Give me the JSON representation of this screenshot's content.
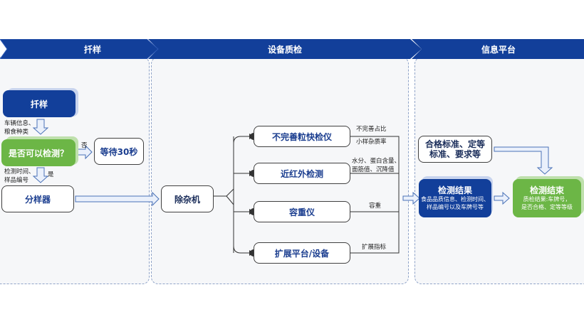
{
  "headers": {
    "sampling": "扦样",
    "inspection": "设备质检",
    "platform": "信息平台"
  },
  "nodes": {
    "sampling_box": "扦样",
    "can_test": "是否可以检测？",
    "wait": "等待30秒",
    "divider": "分样器",
    "remove_impurity": "除杂机",
    "imperfect_grain": "不完善粒快检仪",
    "nir": "近红外检测",
    "bulk_density": "容重仪",
    "extension": "扩展平台/设备",
    "standards_line1": "合格标准、定等",
    "standards_line2": "标准、要求等",
    "result_title": "检测结果",
    "result_sub_line1": "食品品质信息、检测时间、",
    "result_sub_line2": "样品编号以及车牌号等",
    "end_title": "检测结束",
    "end_sub_line1": "质检结果:车牌号，",
    "end_sub_line2": "是否合格、定等等级"
  },
  "notes": {
    "vehicle_info_line1": "车辆信息、",
    "vehicle_info_line2": "粮食种类",
    "no": "否",
    "yes": "是",
    "test_time_line1": "检测时间、",
    "test_time_line2": "样品编号",
    "imperfect_ratio": "不完善占比",
    "small_impurity": "小样杂质率",
    "moisture_line1": "水分、蛋白含量、",
    "moisture_line2": "面筋值、沉降值",
    "bulk_weight": "容重",
    "ext_metrics": "扩展指标"
  },
  "colors": {
    "navy": "#123f9a",
    "green": "#6cb646",
    "panel_border": "#8fa3c8",
    "arrow": "#4a72b8"
  }
}
